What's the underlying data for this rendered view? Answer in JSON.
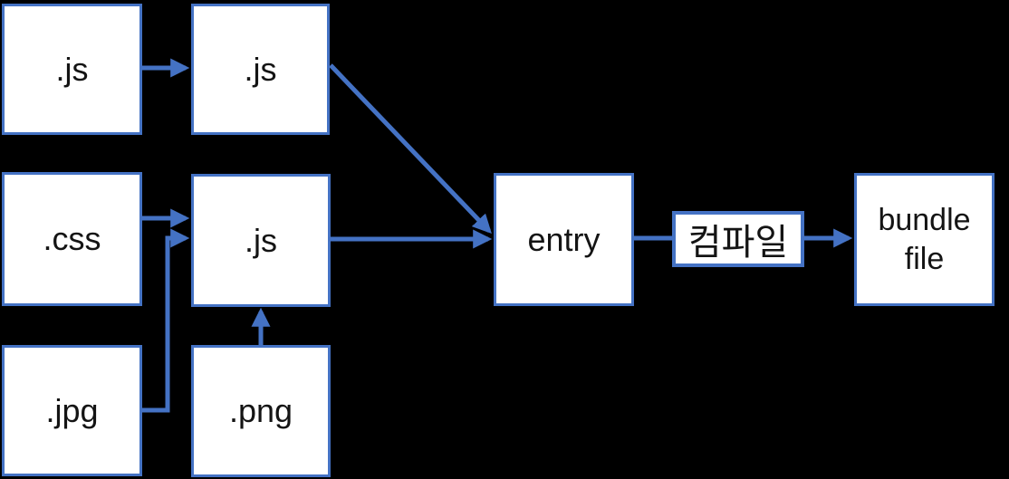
{
  "diagram": {
    "background_color": "#000000",
    "accent_color": "#4472C4",
    "node_fill_color": "#ffffff",
    "text_color": "#141414",
    "nodes": {
      "js_top_left": {
        "label": ".js"
      },
      "js_top_mid": {
        "label": ".js"
      },
      "css": {
        "label": ".css"
      },
      "js_mid": {
        "label": ".js"
      },
      "jpg": {
        "label": ".jpg"
      },
      "png": {
        "label": ".png"
      },
      "entry": {
        "label": "entry"
      },
      "compile": {
        "label": "컴파일"
      },
      "bundle": {
        "label": "bundle file"
      }
    },
    "edges": [
      {
        "from": "js_top_left",
        "to": "js_top_mid"
      },
      {
        "from": "css",
        "to": "js_mid"
      },
      {
        "from": "jpg",
        "to": "js_mid"
      },
      {
        "from": "png",
        "to": "js_mid"
      },
      {
        "from": "js_top_mid",
        "to": "entry"
      },
      {
        "from": "js_mid",
        "to": "entry"
      },
      {
        "from": "entry",
        "to": "bundle",
        "label": "컴파일"
      }
    ]
  }
}
